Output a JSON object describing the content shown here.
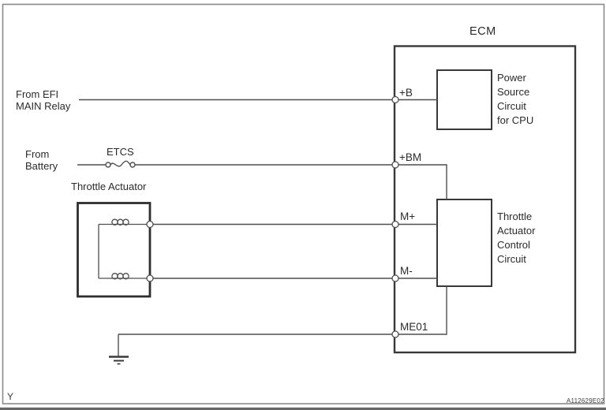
{
  "diagram": {
    "system_label": "ECM",
    "figure_code": "A112629E02",
    "page_marker": "Y",
    "sources": {
      "efi_relay": "From EFI\nMAIN Relay",
      "battery": "From\nBattery"
    },
    "fuse_label": "ETCS",
    "actuator_label": "Throttle Actuator",
    "ecm_blocks": {
      "power_source": "Power\nSource\nCircuit\nfor CPU",
      "throttle_control": "Throttle\nActuator\nControl\nCircuit"
    },
    "terminals": {
      "b_plus": "+B",
      "bm_plus": "+BM",
      "m_plus": "M+",
      "m_minus": "M-",
      "me01": "ME01"
    },
    "colors": {
      "wire": "#4f4f4f",
      "block_border": "#383838",
      "actuator_border": "#2e2e2e",
      "outer_border": "#8a8a8a",
      "text": "#2b2b2b",
      "background": "#ffffff"
    }
  }
}
